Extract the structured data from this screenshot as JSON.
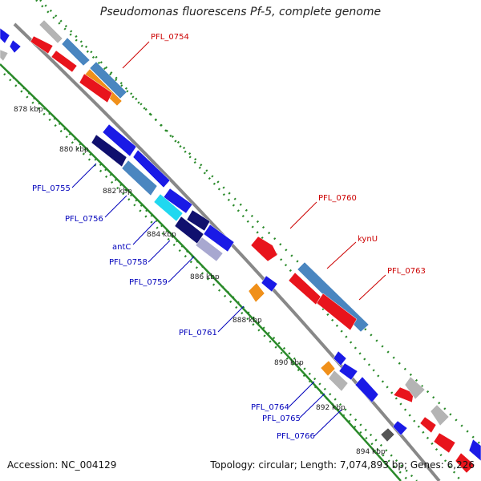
{
  "title": "Pseudomonas fluorescens Pf-5, complete genome",
  "footer": {
    "accession": "Accession: NC_004129",
    "summary": "Topology: circular; Length: 7,074,893 bp; Genes: 6,226"
  },
  "ticks": [
    "878 kbp",
    "880 kbp",
    "882 kbp",
    "884 kbp",
    "886 kbp",
    "888 kbp",
    "890 kbp",
    "892 kbp",
    "894 kbp"
  ],
  "genes_forward": [
    "PFL_0754",
    "PFL_0760",
    "kynU",
    "PFL_0763"
  ],
  "genes_reverse": [
    "PFL_0755",
    "PFL_0756",
    "antC",
    "PFL_0758",
    "PFL_0759",
    "PFL_0761",
    "PFL_0764",
    "PFL_0765",
    "PFL_0766"
  ],
  "colors": {
    "red": "#e8141c",
    "blue": "#1a1ae6",
    "navy": "#10106e",
    "steel": "#4a86c0",
    "orange": "#f0901a",
    "grey": "#b4b4b4",
    "cyan": "#20d8f0",
    "lavender": "#a8a8d0",
    "dark_grey": "#555555",
    "forward_label": "#cc0000",
    "reverse_label": "#0000bb",
    "backbone": "#888888",
    "tick": "#2a8a2a"
  }
}
